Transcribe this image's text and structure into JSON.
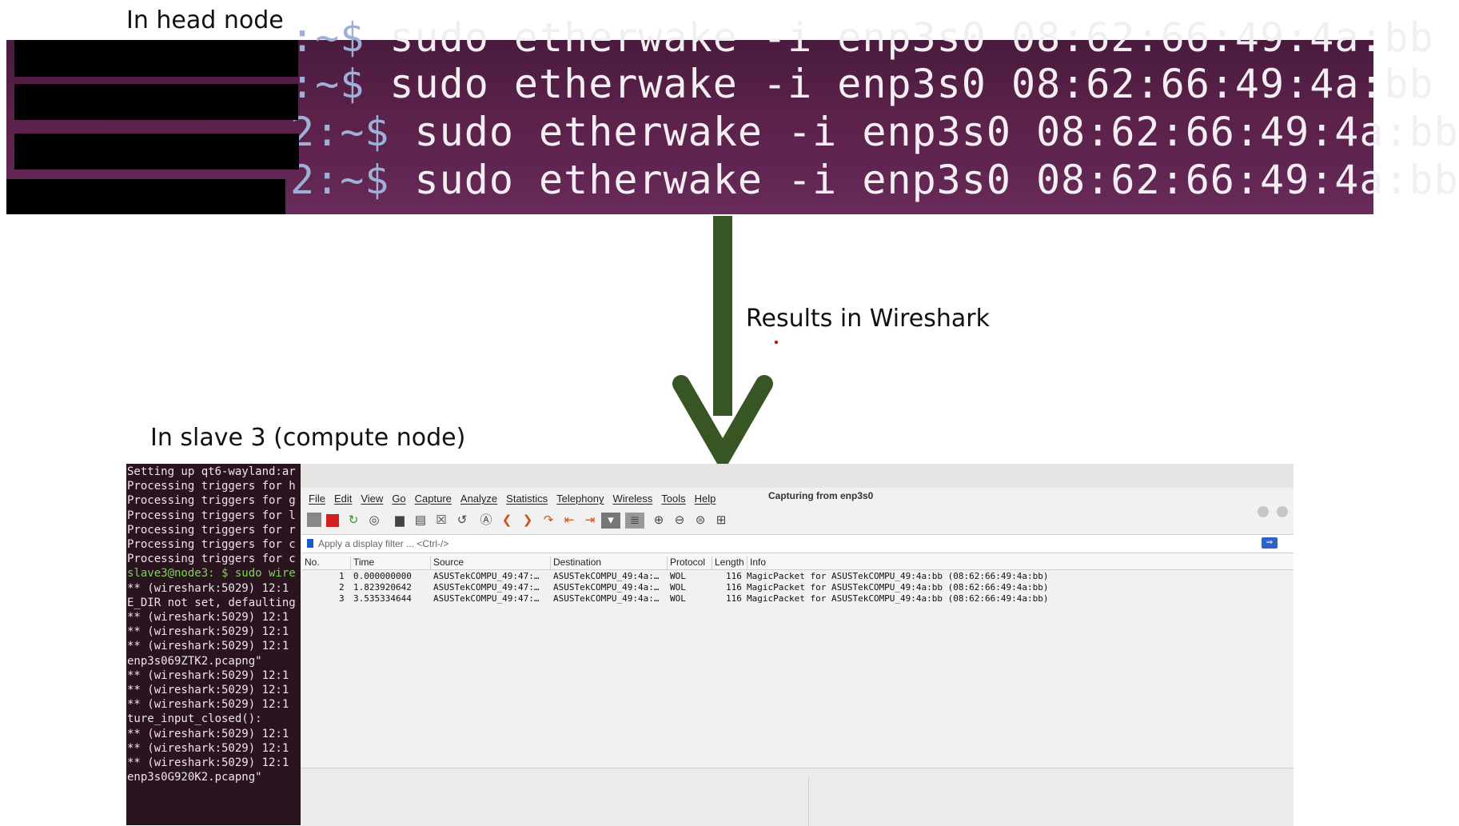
{
  "captions": {
    "head": "In head node",
    "result": "Results in Wireshark",
    "slave": "In slave 3 (compute node)"
  },
  "head_terminal": {
    "lines": [
      {
        "prompt_tail": ":~$ ",
        "cmd": "sudo etherwake -i enp3s0 08:62:66:49:4a:bb"
      },
      {
        "prompt_tail": ":~$ ",
        "cmd": "sudo etherwake -i enp3s0 08:62:66:49:4a:bb"
      },
      {
        "prompt_tail": "2:~$ ",
        "cmd": "sudo etherwake -i enp3s0 08:62:66:49:4a:bb"
      },
      {
        "prompt_tail": "2:~$ ",
        "cmd": "sudo etherwake -i enp3s0 08:62:66:49:4a:bb"
      }
    ]
  },
  "slave_terminal": {
    "lines": [
      "Setting up qt6-wayland:ar",
      "Processing triggers for h",
      "Processing triggers for g",
      "Processing triggers for l",
      "Processing triggers for r",
      "Processing triggers for c",
      "Processing triggers for c",
      "slave3@node3: $ sudo wire",
      " ** (wireshark:5029) 12:1",
      "E_DIR not set, defaulting",
      " ** (wireshark:5029) 12:1",
      " ** (wireshark:5029) 12:1",
      " ** (wireshark:5029) 12:1",
      "enp3s069ZTK2.pcapng\"",
      " ** (wireshark:5029) 12:1",
      " ** (wireshark:5029) 12:1",
      " ** (wireshark:5029) 12:1",
      "ture_input_closed():",
      " ** (wireshark:5029) 12:1",
      " ** (wireshark:5029) 12:1",
      " ** (wireshark:5029) 12:1",
      "enp3s0G920K2.pcapng\""
    ]
  },
  "wireshark": {
    "title": "Capturing from enp3s0",
    "menu": [
      "File",
      "Edit",
      "View",
      "Go",
      "Capture",
      "Analyze",
      "Statistics",
      "Telephony",
      "Wireless",
      "Tools",
      "Help"
    ],
    "filter_placeholder": "Apply a display filter ... <Ctrl-/>",
    "columns": [
      "No.",
      "Time",
      "Source",
      "Destination",
      "Protocol",
      "Length",
      "Info"
    ],
    "packets": [
      {
        "no": "1",
        "time": "0.000000000",
        "source": "ASUSTekCOMPU_49:47:…",
        "destination": "ASUSTekCOMPU_49:4a:…",
        "protocol": "WOL",
        "length": "116",
        "info": "MagicPacket for ASUSTekCOMPU_49:4a:bb (08:62:66:49:4a:bb)"
      },
      {
        "no": "2",
        "time": "1.823920642",
        "source": "ASUSTekCOMPU_49:47:…",
        "destination": "ASUSTekCOMPU_49:4a:…",
        "protocol": "WOL",
        "length": "116",
        "info": "MagicPacket for ASUSTekCOMPU_49:4a:bb (08:62:66:49:4a:bb)"
      },
      {
        "no": "3",
        "time": "3.535334644",
        "source": "ASUSTekCOMPU_49:47:…",
        "destination": "ASUSTekCOMPU_49:4a:…",
        "protocol": "WOL",
        "length": "116",
        "info": "MagicPacket for ASUSTekCOMPU_49:4a:bb (08:62:66:49:4a:bb)"
      }
    ]
  },
  "colors": {
    "arrow": "#375623",
    "terminal_bg": "#5a2149",
    "prompt_green": "#7ed35b"
  }
}
